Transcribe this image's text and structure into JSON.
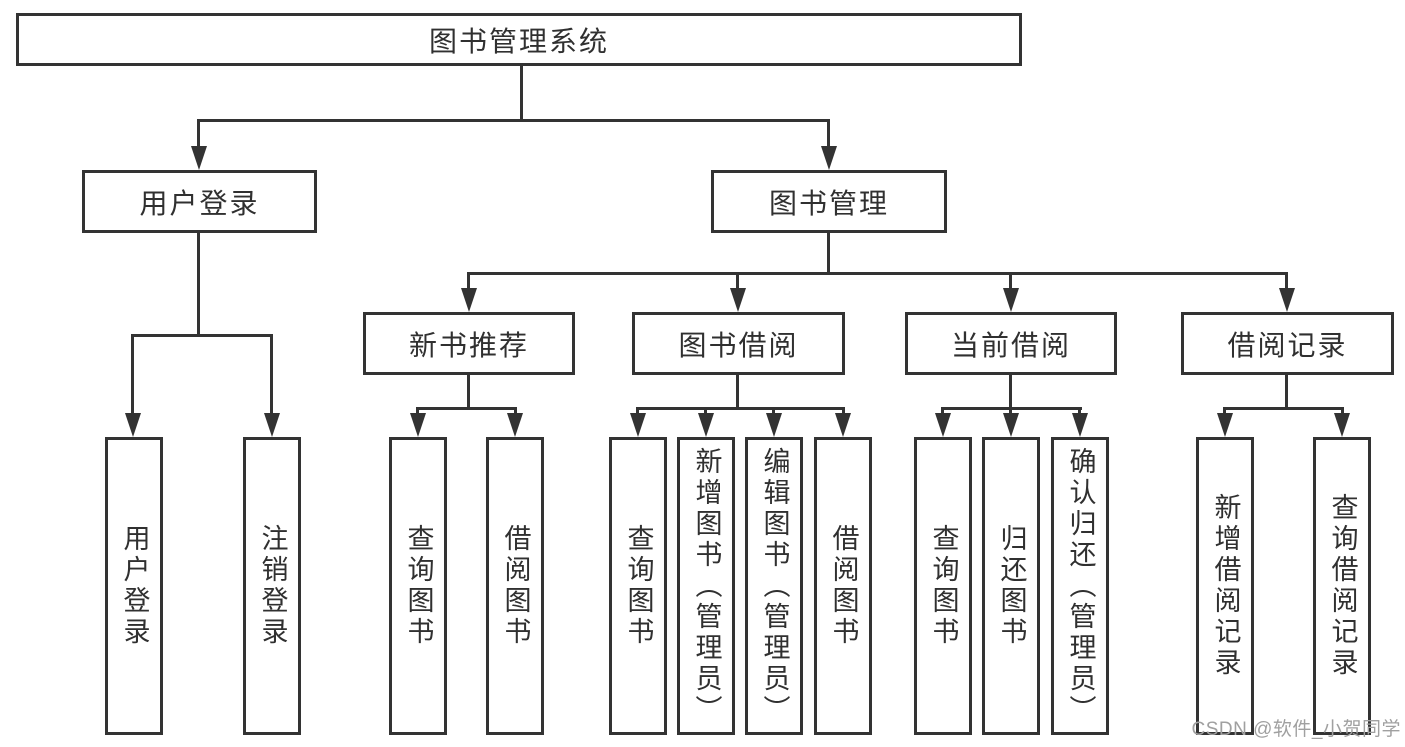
{
  "colors": {
    "line": "#333333",
    "text": "#303030",
    "background": "#ffffff",
    "watermark_text": "#a0a0a0"
  },
  "tree": {
    "root": {
      "label": "图书管理系统",
      "children": [
        {
          "label": "用户登录",
          "children": [
            {
              "label": "用户登录"
            },
            {
              "label": "注销登录"
            }
          ]
        },
        {
          "label": "图书管理",
          "children": [
            {
              "label": "新书推荐",
              "children": [
                {
                  "label": "查询图书"
                },
                {
                  "label": "借阅图书"
                }
              ]
            },
            {
              "label": "图书借阅",
              "children": [
                {
                  "label": "查询图书"
                },
                {
                  "label": "新增图书（管理员）"
                },
                {
                  "label": "编辑图书（管理员）"
                },
                {
                  "label": "借阅图书"
                }
              ]
            },
            {
              "label": "当前借阅",
              "children": [
                {
                  "label": "查询图书"
                },
                {
                  "label": "归还图书"
                },
                {
                  "label": "确认归还（管理员）"
                }
              ]
            },
            {
              "label": "借阅记录",
              "children": [
                {
                  "label": "新增借阅记录"
                },
                {
                  "label": "查询借阅记录"
                }
              ]
            }
          ]
        }
      ]
    }
  },
  "watermark": {
    "text": "CSDN @软件_小贺同学"
  }
}
